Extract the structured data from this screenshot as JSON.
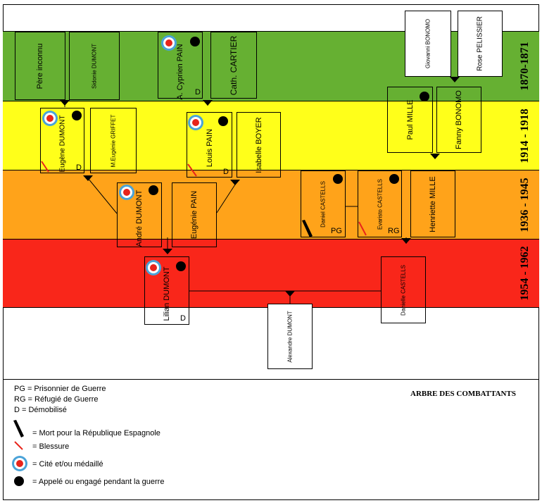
{
  "bands": [
    {
      "period": "1870-1871",
      "color": "#66b032"
    },
    {
      "period": "1914 - 1918",
      "color": "#ffff1a"
    },
    {
      "period": "1936 - 1945",
      "color": "#ffa31a"
    },
    {
      "period": "1954 - 1962",
      "color": "#f9261a"
    }
  ],
  "people": {
    "pere_inconnu": "Père inconnu",
    "sidonie_dumont": "Sidonie DUMONT",
    "cyprien_pain": "A. Cyprien PAIN",
    "cath_cartier": "Cath. CARTIER",
    "giovanni_bonomo": "Giovanni BONOMO",
    "rose_pelissier": "Rose PELISSIER",
    "eugene_dumont": "Eugène DUMONT",
    "eugenie_griffet": "M.Eugénie GRIFFET",
    "louis_pain": "Louis PAIN",
    "isabelle_boyer": "Isabelle BOYER",
    "paul_mille": "Paul MILLE",
    "fanny_bonomo": "Fanny BONOMO",
    "andre_dumont": "André DUMONT",
    "eugenie_pain": "Eugénie PAIN",
    "daniel_castells": "Daniel CASTELLS",
    "evaristo_castells": "Evaristo CASTELLS",
    "henriette_mille": "Henriette MILLE",
    "lilian_dumont": "Lilian DUMONT",
    "danielle_castells": "Danielle CASTELLS",
    "alexandre_dumont": "Alexandre DUMONT"
  },
  "tags": {
    "d": "D",
    "pg": "PG",
    "rg": "RG"
  },
  "title": "ARBRE DES COMBATTANTS",
  "legend": {
    "pg": "PG = Prisonnier de Guerre",
    "rg": "RG = Réfugié de Guerre",
    "d": "D = Démobilisé",
    "killed": "= Mort pour la République Espagnole",
    "wounded": "= Blessure",
    "medal": "= Cité et/ou médaillé",
    "called": "= Appelé ou engagé pendant la guerre"
  },
  "colors": {
    "medal_ring": "#4aa3d8",
    "medal_center": "#e8241b",
    "wound_stroke": "#e8241b"
  }
}
